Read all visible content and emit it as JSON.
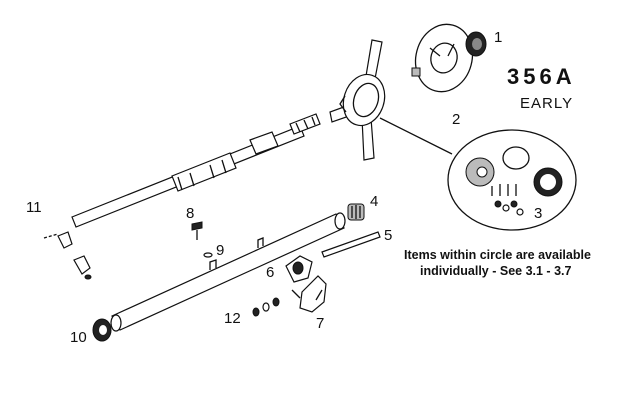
{
  "model": {
    "number": "356A",
    "variant": "EARLY"
  },
  "note": {
    "line1": "Items within circle are available",
    "line2": "individually - See 3.1 - 3.7"
  },
  "callouts": {
    "c1": "1",
    "c2": "2",
    "c3": "3",
    "c4": "4",
    "c5": "5",
    "c6": "6",
    "c7": "7",
    "c8": "8",
    "c9": "9",
    "c10": "10",
    "c11": "11",
    "c12": "12"
  }
}
